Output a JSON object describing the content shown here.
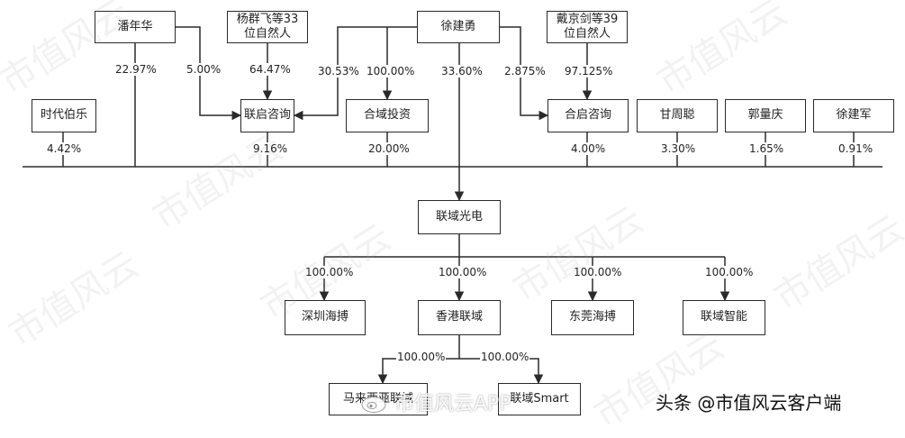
{
  "watermark": "市值风云",
  "footer_text": "头条 @市值风云客户端",
  "app_watermark": "市值风云APP",
  "nodes": {
    "pan_nianhua": "潘年华",
    "yang_qunfei": "杨群飞等33\n位自然人",
    "xu_jianyong": "徐建勇",
    "dai_jingjian": "戴京剑等39\n位自然人",
    "shidai_bole": "时代伯乐",
    "lianqi_zixun": "联启咨询",
    "hecheng_touzi": "合域投资",
    "heqi_zixun": "合启咨询",
    "gan_zhoucong": "甘周聪",
    "guo_huangqing": "郭量庆",
    "xu_jianjun": "徐建军",
    "lianyu_guangdian": "联域光电",
    "shenzhen_haibo": "深圳海搏",
    "xianggang_lianyu": "香港联域",
    "dongguan_haibo": "东莞海搏",
    "lianyu_zhineng": "联域智能",
    "malaixiya_lianyu": "马来西亚联域",
    "lianyu_smart": "联域Smart"
  },
  "percentages": {
    "pan_to_target": "22.97%",
    "pan_to_lianqi": "5.00%",
    "yang_to_lianqi": "64.47%",
    "xu_to_lianqi": "30.53%",
    "xu_to_hecheng": "100.00%",
    "xu_to_target": "33.60%",
    "xu_to_heqi": "2.875%",
    "dai_to_heqi": "97.125%",
    "shidai_to_target": "4.42%",
    "lianqi_to_target": "9.16%",
    "hecheng_to_target": "20.00%",
    "heqi_to_target": "4.00%",
    "gan_to_target": "3.30%",
    "guo_to_target": "1.65%",
    "xujianjun_to_target": "0.91%",
    "to_shenzhen": "100.00%",
    "to_xianggang": "100.00%",
    "to_dongguan": "100.00%",
    "to_zhineng": "100.00%",
    "to_malaixiya": "100.00%",
    "to_smart": "100.00%"
  }
}
